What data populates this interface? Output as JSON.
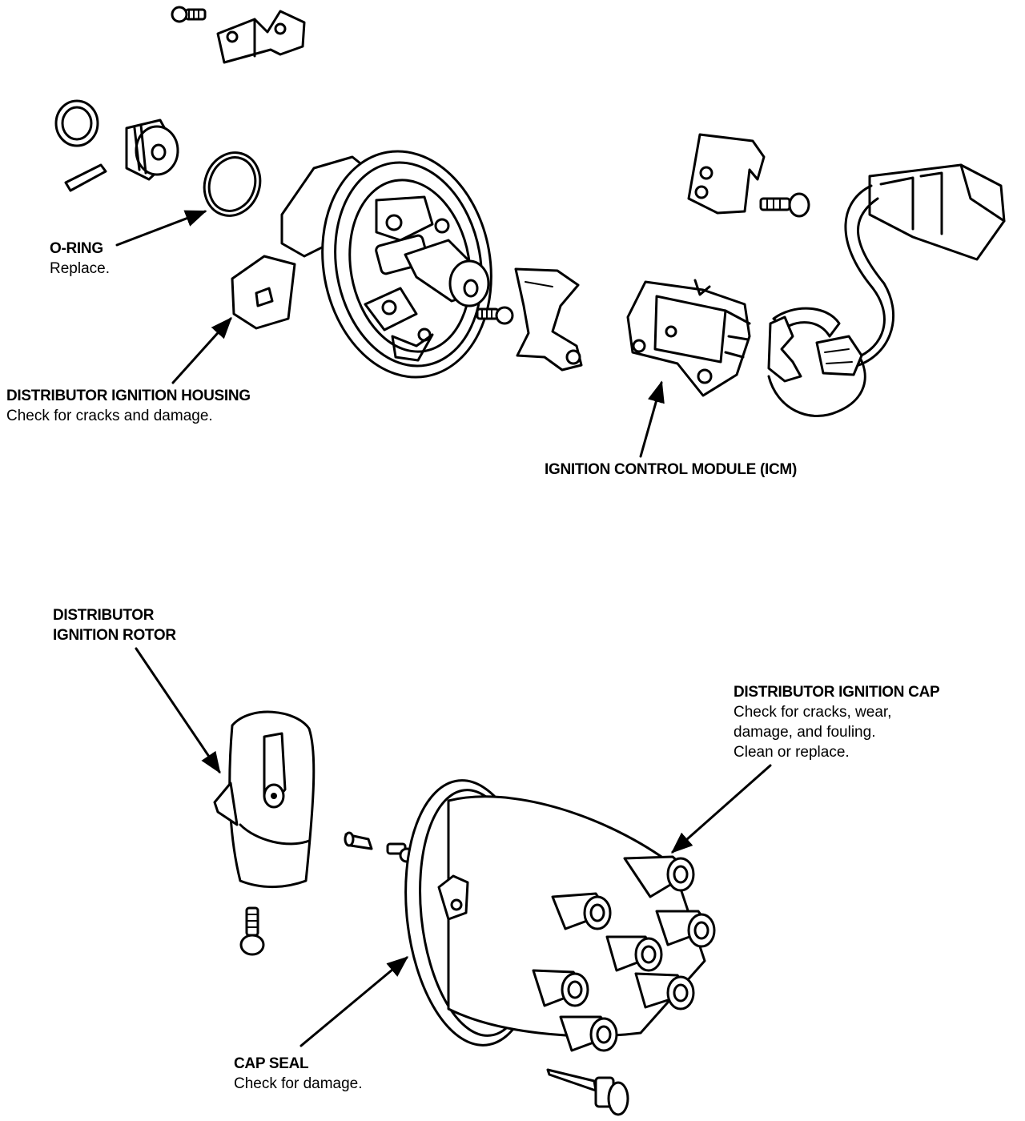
{
  "labels": {
    "o_ring": {
      "title": "O-RING",
      "note": "Replace."
    },
    "housing": {
      "title": "DISTRIBUTOR IGNITION HOUSING",
      "note": "Check for cracks and damage."
    },
    "icm": {
      "title": "IGNITION CONTROL MODULE (ICM)"
    },
    "rotor": {
      "title_line1": "DISTRIBUTOR",
      "title_line2": "IGNITION ROTOR"
    },
    "cap": {
      "title": "DISTRIBUTOR IGNITION CAP",
      "note_line1": "Check for cracks, wear,",
      "note_line2": "damage, and fouling.",
      "note_line3": "Clean or replace."
    },
    "cap_seal": {
      "title": "CAP SEAL",
      "note": "Check for damage."
    }
  }
}
